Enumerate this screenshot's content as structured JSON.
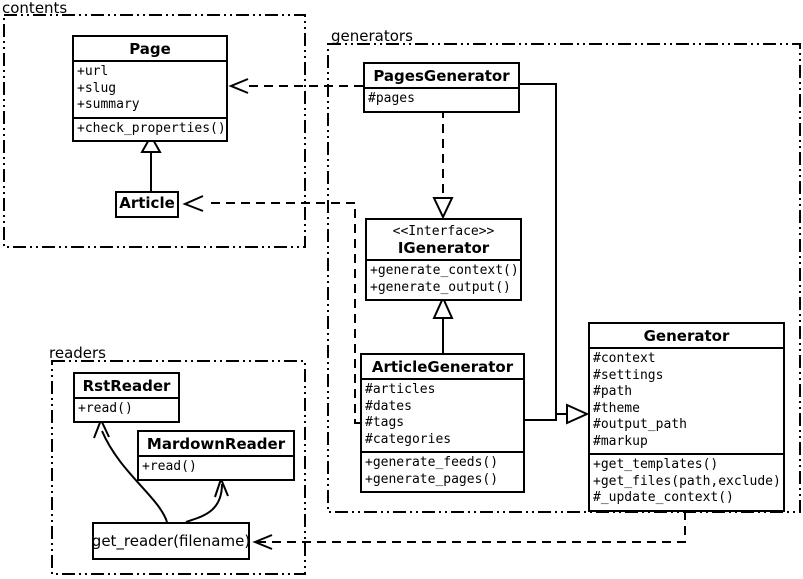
{
  "packages": {
    "contents": {
      "label": "contents"
    },
    "generators": {
      "label": "generators"
    },
    "readers": {
      "label": "readers"
    }
  },
  "classes": {
    "page": {
      "title": "Page",
      "attributes": [
        "+url",
        "+slug",
        "+summary"
      ],
      "methods": [
        "+check_properties()"
      ]
    },
    "article": {
      "title": "Article"
    },
    "pages_generator": {
      "title": "PagesGenerator",
      "attributes": [
        "#pages"
      ]
    },
    "igenerator": {
      "stereotype": "<<Interface>>",
      "title": "IGenerator",
      "methods": [
        "+generate_context()",
        "+generate_output()"
      ]
    },
    "article_generator": {
      "title": "ArticleGenerator",
      "attributes": [
        "#articles",
        "#dates",
        "#tags",
        "#categories"
      ],
      "methods": [
        "+generate_feeds()",
        "+generate_pages()"
      ]
    },
    "generator": {
      "title": "Generator",
      "attributes": [
        "#context",
        "#settings",
        "#path",
        "#theme",
        "#output_path",
        "#markup"
      ],
      "methods": [
        "+get_templates()",
        "+get_files(path,exclude)",
        "#_update_context()"
      ]
    },
    "rst_reader": {
      "title": "RstReader",
      "methods": [
        "+read()"
      ]
    },
    "markdown_reader": {
      "title": "MardownReader",
      "methods": [
        "+read()"
      ]
    },
    "get_reader": {
      "label": "get_reader(filename)"
    }
  },
  "colors": {
    "line": "#000000",
    "background": "#ffffff",
    "box_fill": "#ffffff"
  }
}
